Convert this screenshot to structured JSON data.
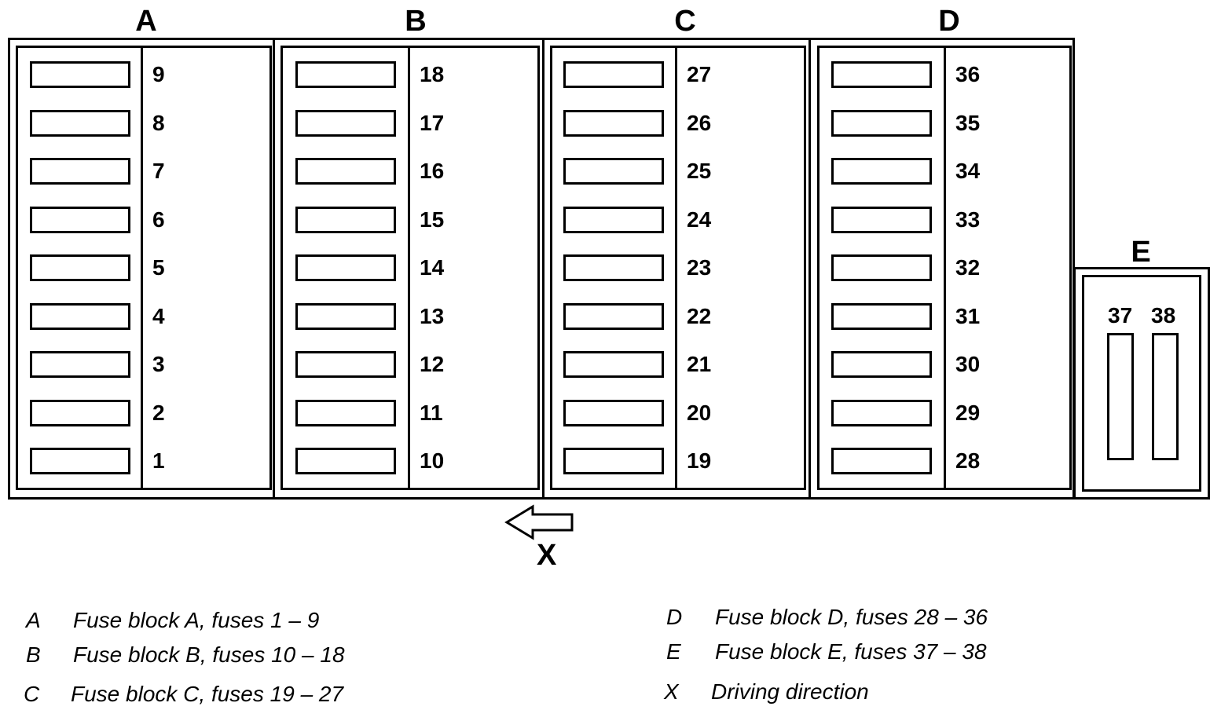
{
  "blocks": [
    {
      "letter": "A",
      "fuses": [
        "9",
        "8",
        "7",
        "6",
        "5",
        "4",
        "3",
        "2",
        "1"
      ]
    },
    {
      "letter": "B",
      "fuses": [
        "18",
        "17",
        "16",
        "15",
        "14",
        "13",
        "12",
        "11",
        "10"
      ]
    },
    {
      "letter": "C",
      "fuses": [
        "27",
        "26",
        "25",
        "24",
        "23",
        "22",
        "21",
        "20",
        "19"
      ]
    },
    {
      "letter": "D",
      "fuses": [
        "36",
        "35",
        "34",
        "33",
        "32",
        "31",
        "30",
        "29",
        "28"
      ]
    }
  ],
  "block_e": {
    "letter": "E",
    "fuses": [
      "37",
      "38"
    ]
  },
  "direction": {
    "label": "X"
  },
  "legend": [
    {
      "key": "A",
      "text": "Fuse block A, fuses 1 – 9"
    },
    {
      "key": "B",
      "text": "Fuse block B, fuses 10 – 18"
    },
    {
      "key": "C",
      "text": "Fuse block C, fuses 19 – 27"
    },
    {
      "key": "D",
      "text": "Fuse block D, fuses 28 – 36"
    },
    {
      "key": "E",
      "text": "Fuse block E, fuses 37  – 38"
    },
    {
      "key": "X",
      "text": "Driving direction"
    }
  ]
}
